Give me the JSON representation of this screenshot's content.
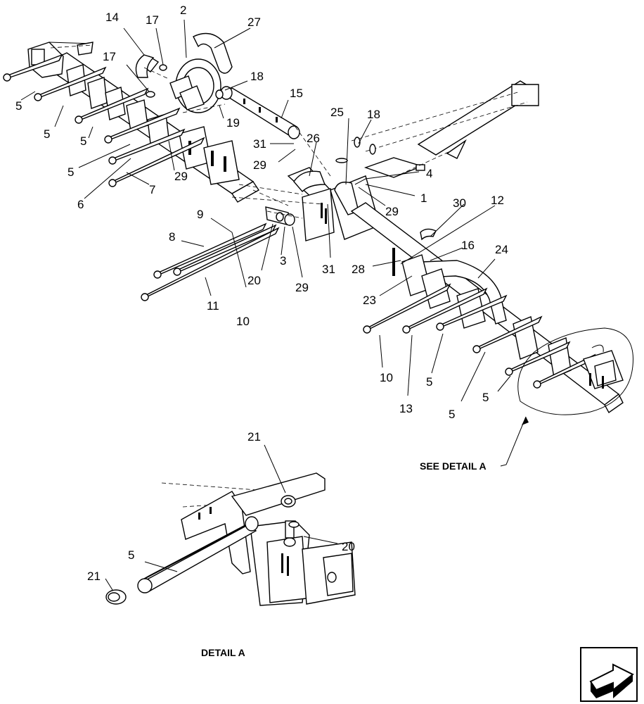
{
  "callouts": {
    "c14": "14",
    "c17a": "17",
    "c2": "2",
    "c27": "27",
    "c17b": "17",
    "c18a": "18",
    "c15": "15",
    "c19": "19",
    "c31a": "31",
    "c29a": "29",
    "c25": "25",
    "c18b": "18",
    "c26": "26",
    "c4": "4",
    "c1": "1",
    "c29b": "29",
    "c29c": "29",
    "c5a": "5",
    "c5b": "5",
    "c5c": "5",
    "c5d": "5",
    "c6": "6",
    "c7": "7",
    "c9": "9",
    "c8": "8",
    "c20a": "20",
    "c3": "3",
    "c29d": "29",
    "c31b": "31",
    "c11": "11",
    "c10a": "10",
    "c30": "30",
    "c12": "12",
    "c16": "16",
    "c24": "24",
    "c28": "28",
    "c23": "23",
    "c10b": "10",
    "c13": "13",
    "c5e": "5",
    "c5f": "5",
    "c5g": "5",
    "c21a": "21",
    "c20b": "20",
    "c5h": "5",
    "c21b": "21"
  },
  "captions": {
    "see_detail": "SEE DETAIL  A",
    "detail": "DETAIL  A"
  },
  "icons": {
    "nav": "navigation-arrow-icon"
  }
}
